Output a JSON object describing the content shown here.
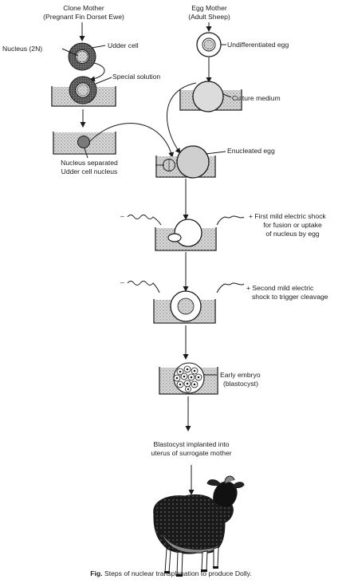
{
  "labels": {
    "clone_mother": "Clone Mother",
    "clone_mother_sub": "(Pregnant Fin Dorset Ewe)",
    "egg_mother": "Egg Mother",
    "egg_mother_sub": "(Adult Sheep)",
    "nucleus_2n": "Nucleus (2N)",
    "udder_cell": "Udder cell",
    "undifferentiated_egg": "Undifferentiated egg",
    "special_solution": "Special solution",
    "culture_medium": "Culture medium",
    "enucleated_egg": "Enucleated egg",
    "nucleus_separated_1": "Nucleus separated",
    "nucleus_separated_2": "Udder cell nucleus",
    "shock1_sign_left": "–",
    "shock1_1": "+ First mild electric shock",
    "shock1_2": "for fusion or uptake",
    "shock1_3": "of nucleus by egg",
    "shock2_sign_left": "–",
    "shock2_1": "+ Second mild electric",
    "shock2_2": "shock to trigger cleavage",
    "early_embryo_1": "Early embryo",
    "early_embryo_2": "(blastocyst)",
    "implant_1": "Blastocyst implanted into",
    "implant_2": "uterus of surrogate mother"
  },
  "caption": {
    "prefix": "Fig.",
    "text": " Steps of nuclear transplanation to produce Dolly."
  }
}
